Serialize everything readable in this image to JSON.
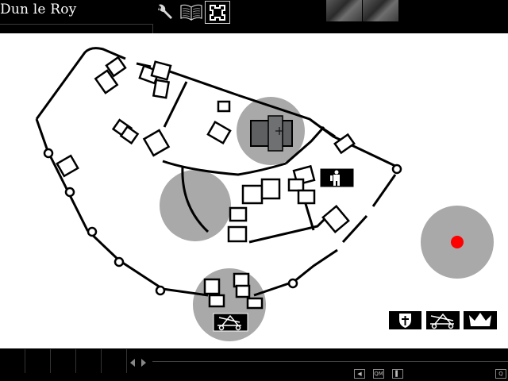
{
  "header": {
    "location_name": "Dun le Roy",
    "tools": [
      {
        "icon": "wrench-icon",
        "name": "tools-button"
      },
      {
        "icon": "book-icon",
        "name": "journal-button"
      },
      {
        "icon": "castle-map-icon",
        "name": "map-button",
        "active": true
      }
    ]
  },
  "map": {
    "units": [
      {
        "icon": "soldier-icon",
        "label": "knight-unit"
      },
      {
        "icon": "trebuchet-icon",
        "label": "siege-unit"
      }
    ],
    "target_marker_color": "#ff0000",
    "zone_color": "#a9a9a9"
  },
  "legend": [
    {
      "icon": "shield-cross-icon"
    },
    {
      "icon": "trebuchet-icon"
    },
    {
      "icon": "crown-icon"
    }
  ],
  "footer": {
    "controls": [
      {
        "name": "back-button",
        "glyph": "◀"
      },
      {
        "name": "zoom-button",
        "glyph": "QM"
      },
      {
        "name": "log-button",
        "glyph": "▌"
      },
      {
        "name": "quit-button",
        "glyph": "Q"
      }
    ]
  }
}
